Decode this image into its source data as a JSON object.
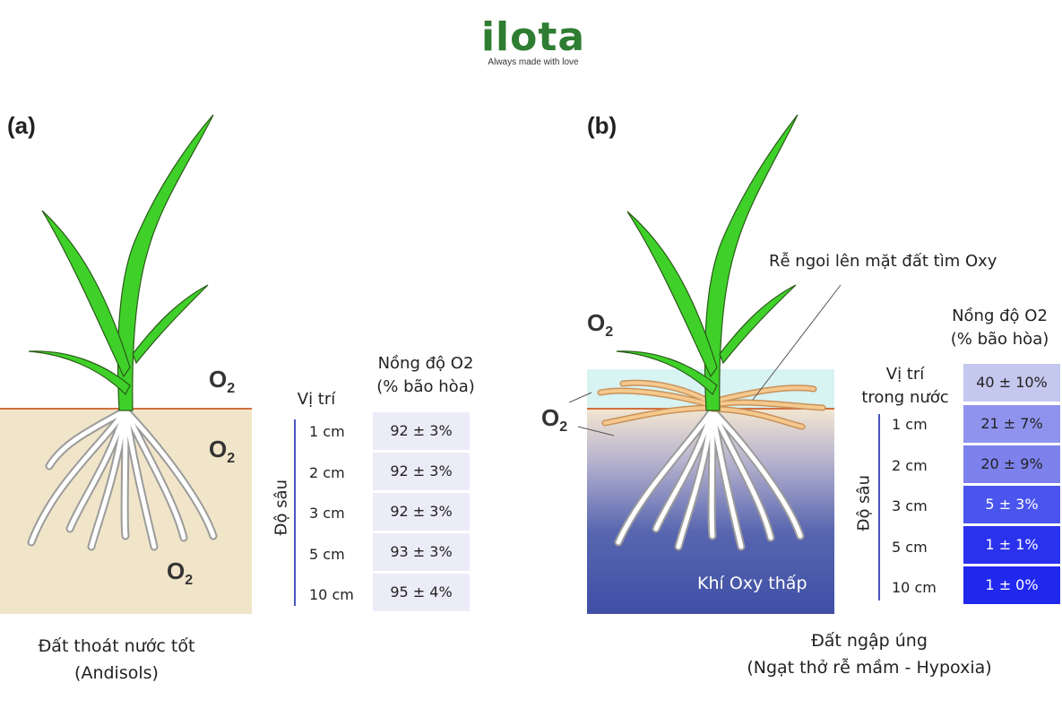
{
  "logo": {
    "name": "ilota",
    "tagline": "Always made with love"
  },
  "panel_a": {
    "label": "(a)",
    "o2_label": "O",
    "o2_sub": "2",
    "table": {
      "position_header": "Vị trí",
      "concentration_header_line1": "Nồng độ O2",
      "concentration_header_line2": "(% bão hòa)",
      "depth_axis_label": "Độ sâu",
      "rows": [
        {
          "depth": "1 cm",
          "value": "92 ± 3%"
        },
        {
          "depth": "2 cm",
          "value": "92 ± 3%"
        },
        {
          "depth": "3 cm",
          "value": "92 ± 3%"
        },
        {
          "depth": "5 cm",
          "value": "93 ± 3%"
        },
        {
          "depth": "10 cm",
          "value": "95 ± 4%"
        }
      ]
    },
    "caption_line1": "Đất thoát nước tốt",
    "caption_line2": "(Andisols)"
  },
  "panel_b": {
    "label": "(b)",
    "o2_label": "O",
    "o2_sub": "2",
    "annotation": "Rễ ngoi lên mặt đất tìm Oxy",
    "low_oxygen_label": "Khí Oxy thấp",
    "table": {
      "position_header_line1": "Vị trí",
      "position_header_line2": "trong nước",
      "concentration_header_line1": "Nồng độ O2",
      "concentration_header_line2": "(% bão hòa)",
      "water_value": "40 ± 10%",
      "depth_axis_label": "Độ sâu",
      "rows": [
        {
          "depth": "1 cm",
          "value": "21 ± 7%"
        },
        {
          "depth": "2 cm",
          "value": "20 ± 9%"
        },
        {
          "depth": "3 cm",
          "value": "5 ± 3%"
        },
        {
          "depth": "5 cm",
          "value": "1 ± 1%"
        },
        {
          "depth": "10 cm",
          "value": "1 ± 0%"
        }
      ]
    },
    "caption_line1": "Đất ngập úng",
    "caption_line2": "(Ngạt thở rễ mầm - Hypoxia)"
  },
  "colors": {
    "leaf": "#3fd12a",
    "soil_a": "#f1e5c9",
    "water": "#d7f3f2",
    "soil_b_top": "#f3e6d0",
    "soil_b_bottom": "#3f4fa5",
    "surface_line": "#d07040",
    "table_a_cell": "#ececf9",
    "table_b_water": "#c4c7ee",
    "table_b_cells": [
      "#8f93ee",
      "#7d81ec",
      "#4a55ee",
      "#2a32ee",
      "#2128ee"
    ]
  }
}
